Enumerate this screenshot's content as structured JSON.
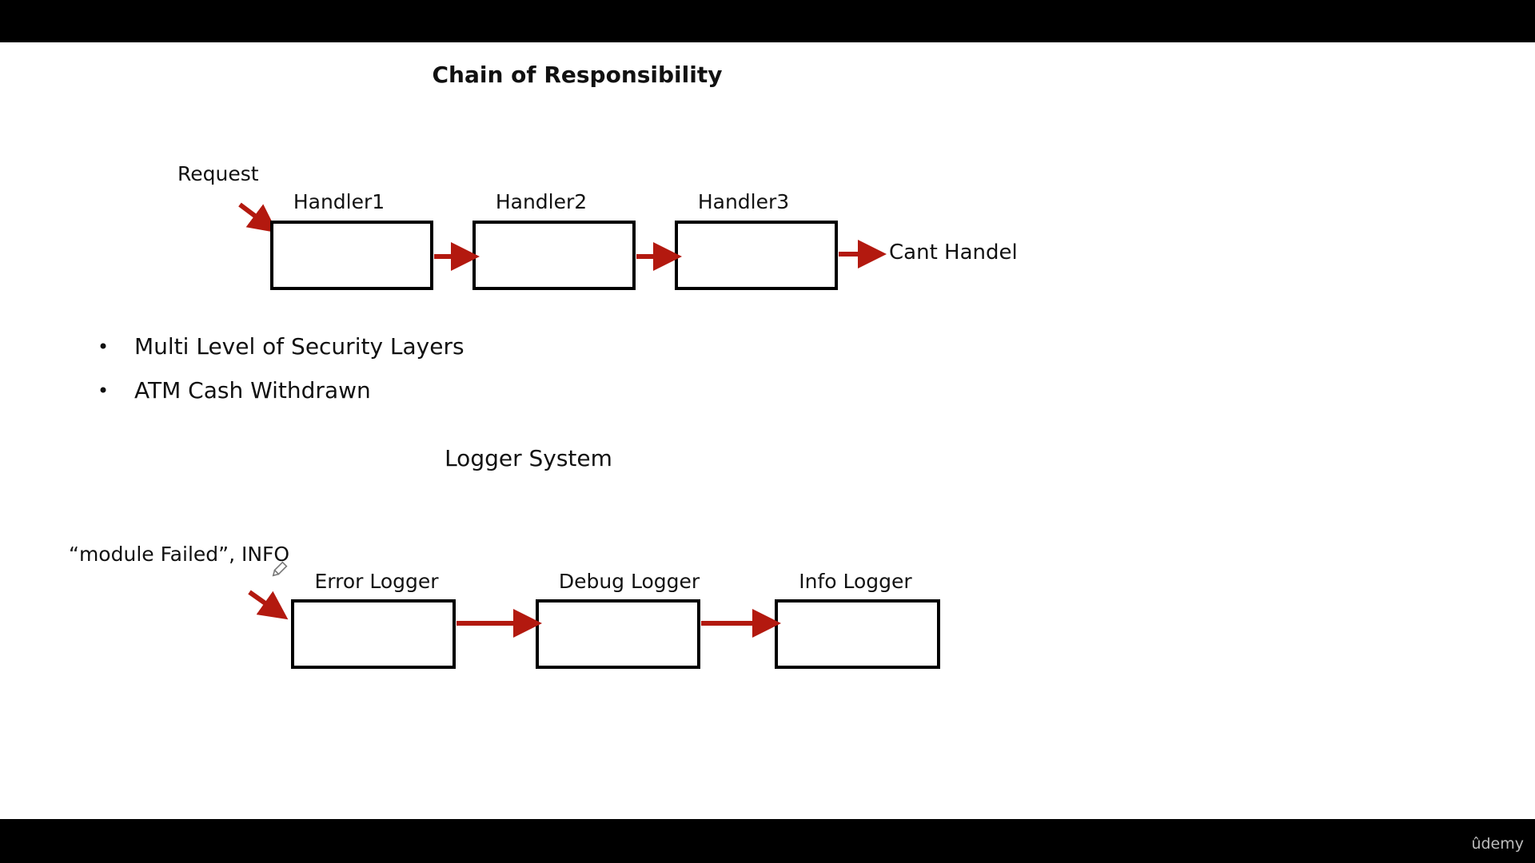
{
  "slide": {
    "title": "Chain of Responsibility",
    "request_label": "Request",
    "handlers": [
      "Handler1",
      "Handler2",
      "Handler3"
    ],
    "end_label": "Cant Handel",
    "bullets": [
      "Multi Level of Security Layers",
      "ATM Cash Withdrawn"
    ],
    "logger_title": "Logger System",
    "logger_input_label": "“module Failed”, INFO",
    "loggers": [
      "Error Logger",
      "Debug Logger",
      "Info Logger"
    ]
  },
  "player": {
    "watermark": "ûdemy"
  },
  "colors": {
    "arrow": "#b3190f",
    "box_stroke": "#000000",
    "slide_bg": "#ffffff",
    "frame_bg": "#000000"
  },
  "icons": {
    "pen": "pencil-icon"
  }
}
